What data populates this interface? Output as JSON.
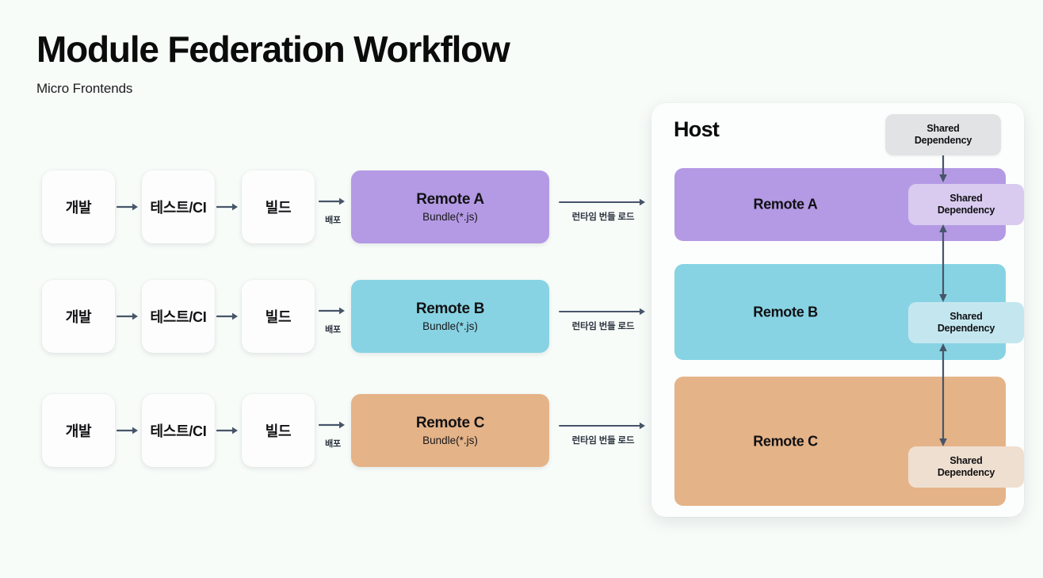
{
  "header": {
    "title": "Module Federation Workflow",
    "subtitle": "Micro Frontends"
  },
  "colors": {
    "background": "#f7fcf9",
    "arrow": "#475569",
    "remote_a": "#b49ae4",
    "remote_b": "#87d3e3",
    "remote_c": "#e5b388",
    "remote_a_dep": "#d8cbef",
    "remote_b_dep": "#c4e7ef",
    "remote_c_dep": "#efdfd0",
    "shared_dep_top": "#e2e3e5",
    "stage_card": "#fdfdfd",
    "host_panel": "#fcfefd"
  },
  "pipeline": {
    "stages": [
      "개발",
      "테스트/CI",
      "빌드"
    ],
    "deploy_label": "배포",
    "load_label": "런타임 번들 로드",
    "bundle_subtitle": "Bundle(*.js)",
    "rows": [
      {
        "bundle_title": "Remote A",
        "color": "#b49ae4"
      },
      {
        "bundle_title": "Remote B",
        "color": "#87d3e3"
      },
      {
        "bundle_title": "Remote C",
        "color": "#e5b388"
      }
    ]
  },
  "host": {
    "title": "Host",
    "shared_dependency_label": "Shared\nDependency",
    "shared_dependency_line1": "Shared",
    "shared_dependency_line2": "Dependency",
    "top_dependency": {
      "label": "Shared Dependency"
    },
    "remotes": [
      {
        "label": "Remote A",
        "color": "#b49ae4",
        "dep_color": "#d8cbef"
      },
      {
        "label": "Remote B",
        "color": "#87d3e3",
        "dep_color": "#c4e7ef"
      },
      {
        "label": "Remote C",
        "color": "#e5b388",
        "dep_color": "#efdfd0"
      }
    ]
  }
}
